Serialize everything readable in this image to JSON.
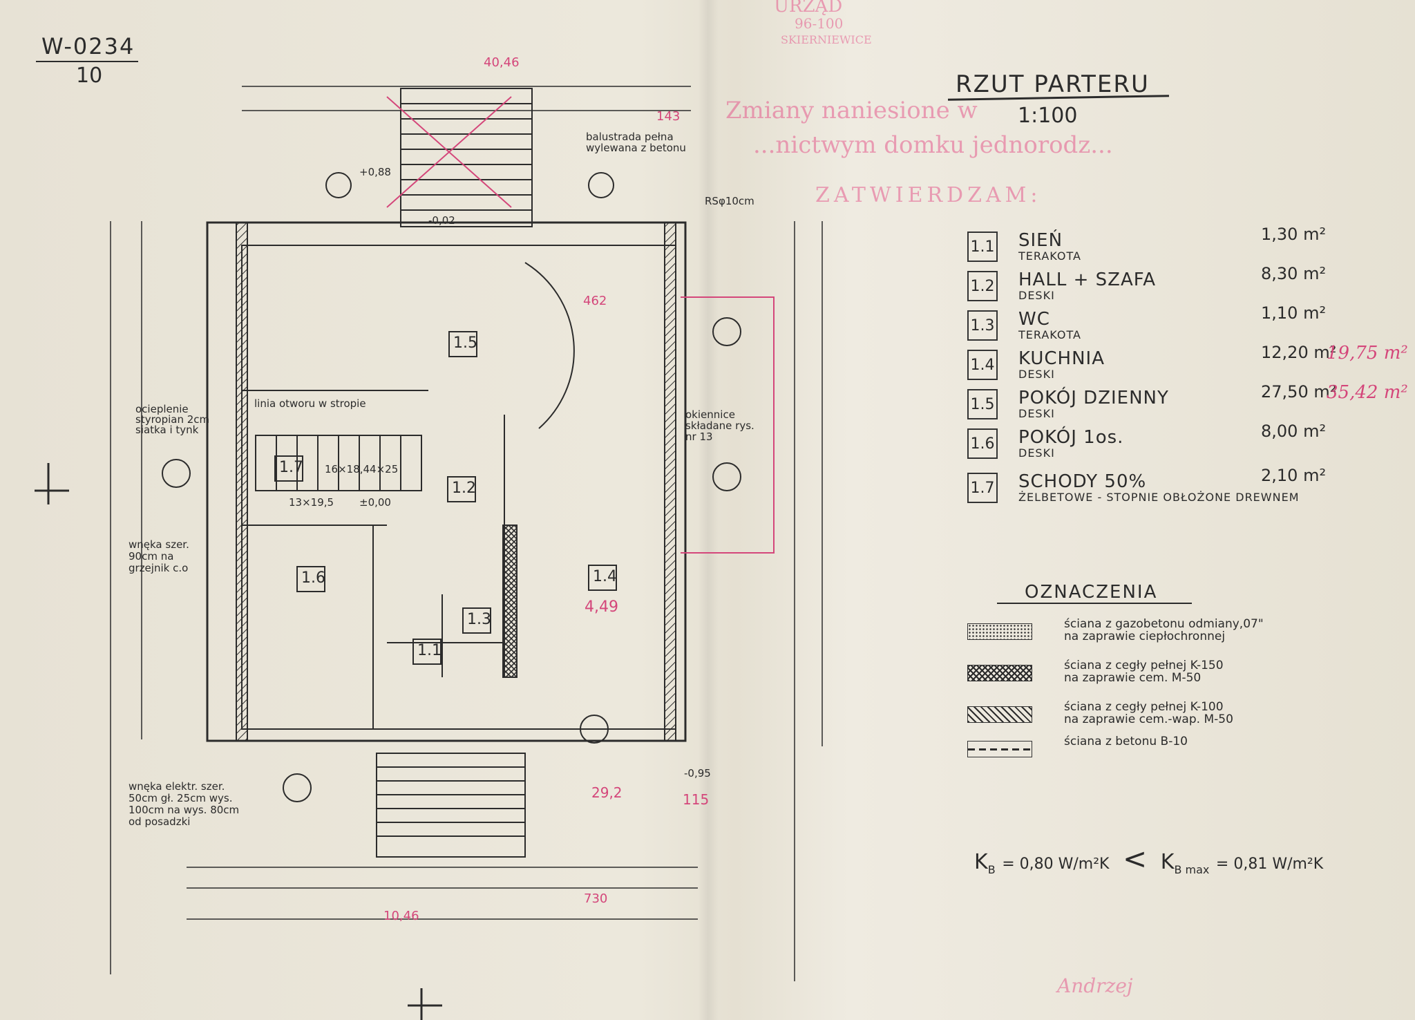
{
  "sheet": {
    "drawing_number": "W-0234",
    "drawing_sheet": "10",
    "title": "RZUT PARTERU",
    "scale": "1:100"
  },
  "stamp": {
    "lines": [
      "URZĄD",
      "96-100",
      "SKIERNIEWICE",
      "Zmiany naniesione w",
      "...nictwym domku jednorodz...",
      "ZATWIERDZAM:"
    ],
    "signature_note": "Andrzej"
  },
  "rooms": [
    {
      "num": "1.1",
      "name": "SIEŃ",
      "finish": "TERAKOTA",
      "area": "1,30 m²",
      "area_red": ""
    },
    {
      "num": "1.2",
      "name": "HALL + SZAFA",
      "finish": "DESKI",
      "area": "8,30 m²",
      "area_red": ""
    },
    {
      "num": "1.3",
      "name": "WC",
      "finish": "TERAKOTA",
      "area": "1,10 m²",
      "area_red": ""
    },
    {
      "num": "1.4",
      "name": "KUCHNIA",
      "finish": "DESKI",
      "area": "12,20 m²",
      "area_red": "19,75 m²"
    },
    {
      "num": "1.5",
      "name": "POKÓJ DZIENNY",
      "finish": "DESKI",
      "area": "27,50 m²",
      "area_red": "35,42 m²"
    },
    {
      "num": "1.6",
      "name": "POKÓJ 1os.",
      "finish": "DESKI",
      "area": "8,00 m²",
      "area_red": ""
    },
    {
      "num": "1.7",
      "name": "SCHODY 50%",
      "finish": "ŻELBETOWE - STOPNIE OBŁOŻONE DREWNEM",
      "area": "2,10 m²",
      "area_red": ""
    }
  ],
  "legend": {
    "heading": "OZNACZENIA",
    "items": [
      {
        "text1": "ściana z gazobetonu odmiany,07\"",
        "text2": "na zaprawie ciepłochronnej",
        "pattern": "dots"
      },
      {
        "text1": "ściana z cegły pełnej K-150",
        "text2": "na zaprawie cem. M-50",
        "pattern": "cross"
      },
      {
        "text1": "ściana z cegły pełnej K-100",
        "text2": "na zaprawie cem.-wap. M-50",
        "pattern": "diag"
      },
      {
        "text1": "ściana z betonu B-10",
        "text2": "",
        "pattern": "dash"
      }
    ]
  },
  "formula": {
    "left": "K",
    "left_sub": "B",
    "left_value": "= 0,80 W/m²K",
    "operator": "<",
    "right": "K",
    "right_sub": "B max",
    "right_value": "= 0,81 W/m²K"
  },
  "plan_labels": {
    "room_tags": [
      "1.5",
      "1.2",
      "1.6",
      "1.4",
      "1.1",
      "1.3",
      "1.7"
    ],
    "notes": [
      "balustrada pełna wylewana z betonu",
      "linia otworu w stropie",
      "ocieplenie styropian 2cm siatka i tynk",
      "wnęka szer. 90cm na grzejnik c.o",
      "okiennice składane rys. nr 13",
      "wnęka elektr. szer. 50cm gł. 25cm wys. 100cm na wys. 80cm od posadzki",
      "16×18,44×25",
      "13×19,5",
      "±0,00",
      "+0,88",
      "-0,02",
      "-0,95",
      "RSφ10cm"
    ],
    "red_marks": [
      "40,46",
      "4,49",
      "143",
      "462",
      "29,2",
      "115",
      "730",
      "10,46"
    ]
  }
}
